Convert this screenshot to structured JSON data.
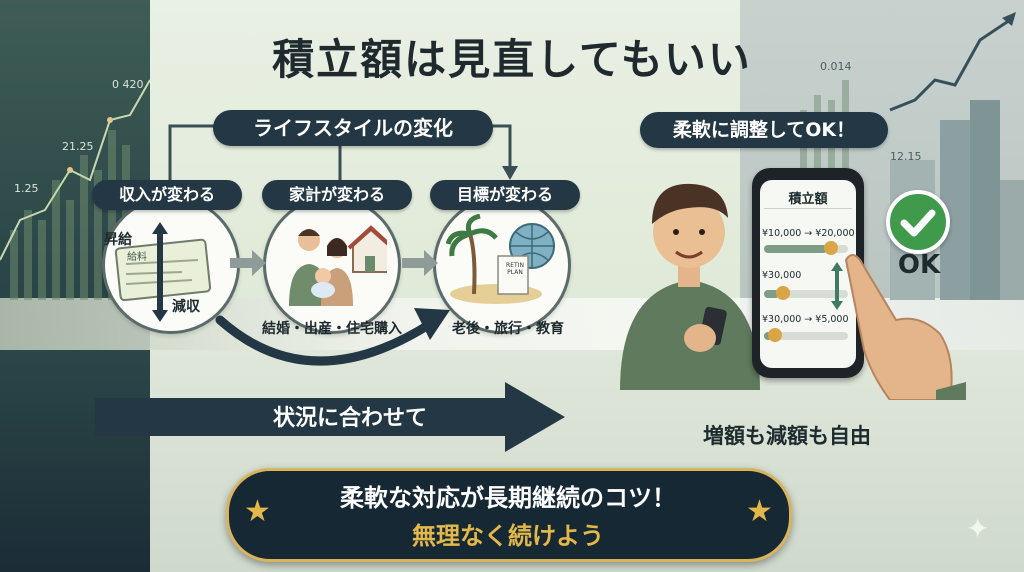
{
  "title": "積立額は見直してもいい",
  "lifestyle_label": "ライフスタイルの変化",
  "flow": [
    {
      "label": "収入が変わる",
      "up_text": "昇給",
      "down_text": "減収",
      "slip_text": "給料"
    },
    {
      "label": "家計が変わる",
      "caption": "結婚・出産・住宅購入"
    },
    {
      "label": "目標が変わる",
      "caption": "老後・旅行・教育",
      "plan_text": "RETIN PLAN"
    }
  ],
  "adjust_label": "柔軟に調整してOK！",
  "phone": {
    "header": "積立額",
    "rows": [
      {
        "text": "¥10,000 → ¥20,000",
        "level": 0.75
      },
      {
        "text": "¥30,000",
        "level": 0.18
      },
      {
        "text": "¥30,000 → ¥5,000",
        "level": 0.1
      }
    ]
  },
  "ok_text": "OK",
  "arrow_text": "状況に合わせて",
  "increase_decrease": "増額も減額も自由",
  "banner": {
    "line1": "柔軟な対応が長期継続のコツ！",
    "line2": "無理なく続けよう"
  },
  "chart_numbers": {
    "left_top": "0 420",
    "left_mid": "21.25",
    "left_low": "1.25",
    "right_top": "0.014",
    "right_mid": "12.15"
  },
  "colors": {
    "navy": "#233844",
    "gold": "#e3b84a",
    "check": "#3f9a4b"
  }
}
